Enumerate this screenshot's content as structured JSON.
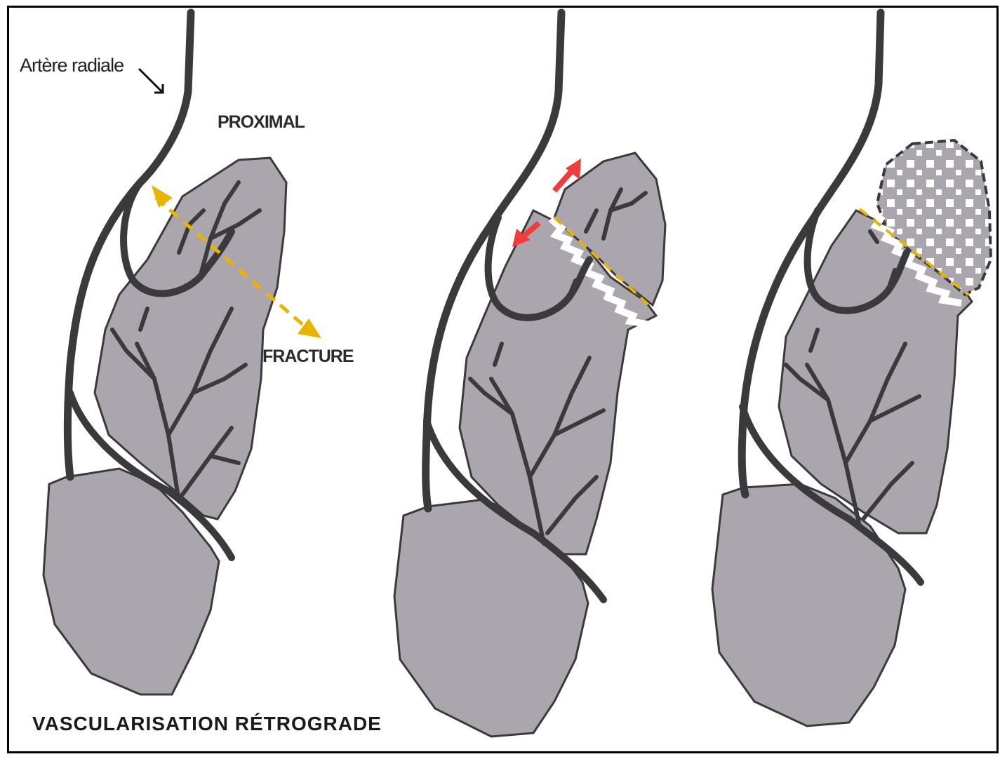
{
  "labels": {
    "artery": "Artère radiale",
    "proximal": "PROXIMAL",
    "fracture": "FRACTURE",
    "caption": "VASCULARISATION RÉTROGRADE"
  },
  "panels": [
    {
      "id": "intact",
      "description_shown": "normal scaphoid with retrograde vessels"
    },
    {
      "id": "fractured",
      "description_shown": "scaphoid with displaced fracture"
    },
    {
      "id": "necrosis",
      "description_shown": "proximal pole avascular"
    }
  ],
  "colors": {
    "bone": "#aba6ad",
    "vessel": "#3a3a3c",
    "fracture_axis": "#e8b400",
    "displacement_arrow": "#f03c3c",
    "frame": "#000000"
  }
}
